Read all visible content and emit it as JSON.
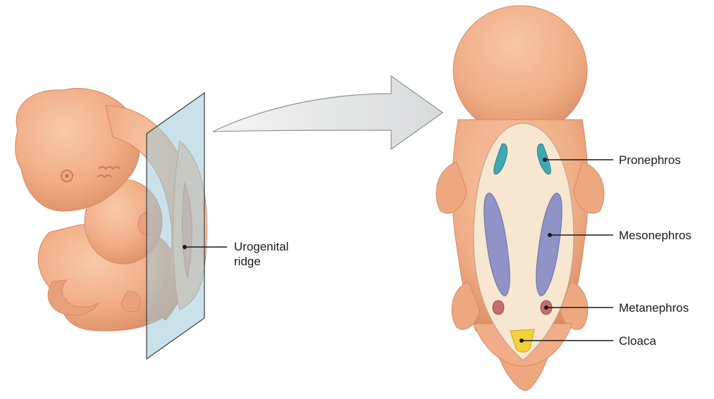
{
  "labels": {
    "urogenital_line1": "Urogenital",
    "urogenital_line2": "ridge",
    "pronephros": "Pronephros",
    "mesonephros": "Mesonephros",
    "metanephros": "Metanephros",
    "cloaca": "Cloaca"
  },
  "colors": {
    "skin": "#f3b58f",
    "skin_shadow": "#e39a74",
    "plane": "#a9d3df",
    "arrow_fill": "#e4e5e6",
    "cavity": "#f7e7d1",
    "pronephros": "#3fa9b3",
    "mesonephros": "#8f93c7",
    "metanephros": "#c46f6c",
    "cloaca": "#f4d13c"
  }
}
